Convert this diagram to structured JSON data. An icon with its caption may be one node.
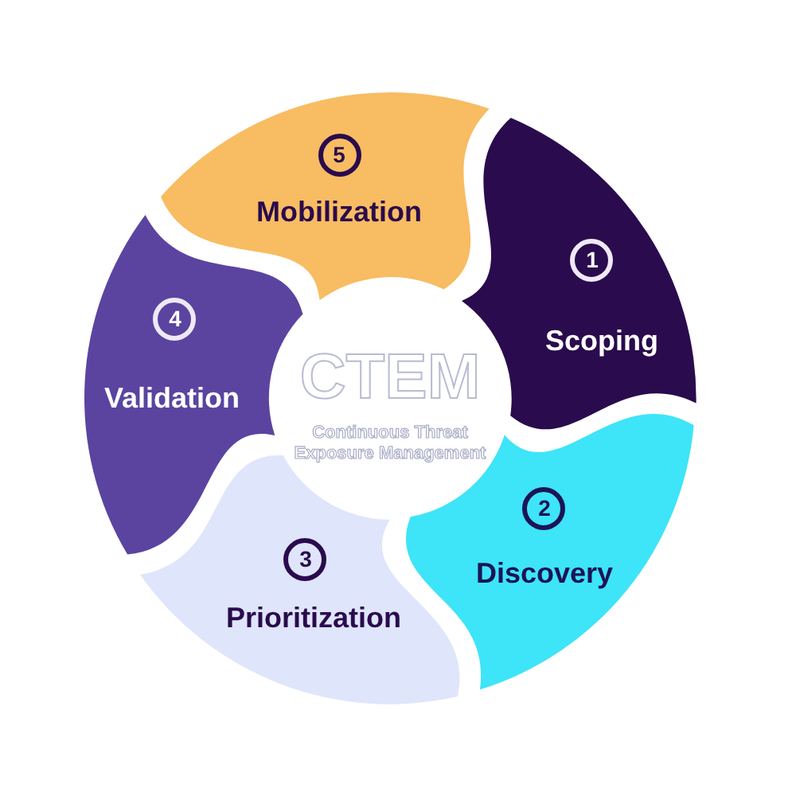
{
  "diagram": {
    "title": "CTEM",
    "nodes": [
      {
        "text": [
          "Scoping"
        ]
      },
      {
        "text": [
          "1"
        ],
        "in": 0
      },
      {
        "text": [
          "Discovery"
        ]
      },
      {
        "text": [
          "2"
        ],
        "in": 2
      },
      {
        "text": [
          "Prioritization"
        ]
      },
      {
        "text": [
          "3"
        ],
        "in": 4
      },
      {
        "text": [
          "Validation"
        ]
      },
      {
        "text": [
          "4"
        ],
        "in": 6
      },
      {
        "text": [
          "Mobilization"
        ]
      },
      {
        "text": [
          "5"
        ],
        "in": 8
      }
    ],
    "labels": [
      "Continuous Threat Exposure Management"
    ]
  }
}
